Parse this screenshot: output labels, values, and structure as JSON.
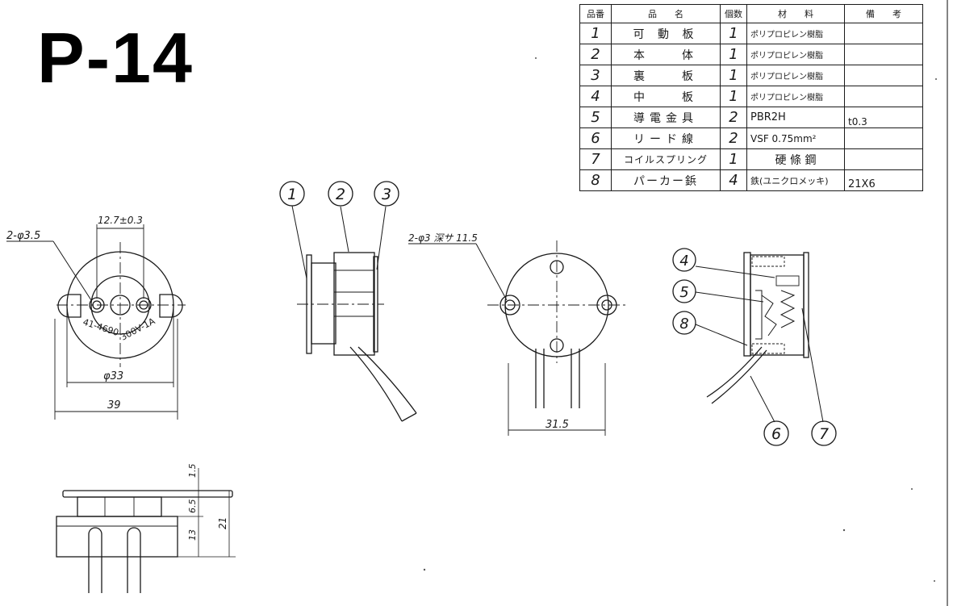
{
  "drawing": {
    "title": "P-14"
  },
  "parts_table": {
    "headers": [
      "品番",
      "品　　名",
      "個数",
      "材　　料",
      "備　　考"
    ],
    "rows": [
      {
        "no": "1",
        "name": "可 動 板",
        "qty": "1",
        "material": "ポリプロピレン樹脂",
        "remarks": ""
      },
      {
        "no": "2",
        "name": "本　　体",
        "qty": "1",
        "material": "ポリプロピレン樹脂",
        "remarks": ""
      },
      {
        "no": "3",
        "name": "裏　　板",
        "qty": "1",
        "material": "ポリプロピレン樹脂",
        "remarks": ""
      },
      {
        "no": "4",
        "name": "中　　板",
        "qty": "1",
        "material": "ポリプロピレン樹脂",
        "remarks": ""
      },
      {
        "no": "5",
        "name": "導電金具",
        "qty": "2",
        "material": "PBR2H",
        "remarks": "t0.3"
      },
      {
        "no": "6",
        "name": "リード線",
        "qty": "2",
        "material": "VSF 0.75mm²",
        "remarks": ""
      },
      {
        "no": "7",
        "name": "コイルスプリング",
        "qty": "1",
        "material": "硬 條 鋼",
        "remarks": ""
      },
      {
        "no": "8",
        "name": "パーカー鋲",
        "qty": "4",
        "material": "鉄(ユニクロメッキ)",
        "remarks": "21X6"
      }
    ]
  },
  "front_view": {
    "hole_callout": "2-φ3.5",
    "pitch_dim": "12.7±0.3",
    "marking": "41-4690",
    "rating": "300V-1A",
    "dia_dim": "φ33",
    "width_dim": "39"
  },
  "side_view": {
    "balloons": [
      "1",
      "2",
      "3"
    ]
  },
  "rear_view": {
    "hole_callout": "2-φ3 深サ 11.5",
    "lead_dim": "31.5"
  },
  "section_view": {
    "balloons": [
      "4",
      "5",
      "8",
      "6",
      "7"
    ]
  },
  "bottom_view": {
    "dims": [
      "1.5",
      "6.5",
      "13",
      "21"
    ]
  }
}
